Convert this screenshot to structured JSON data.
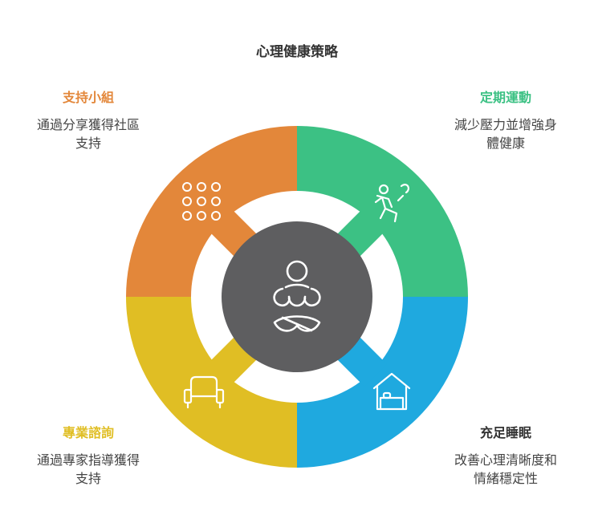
{
  "title": "心理健康策略",
  "center_icon": "meditation-icon",
  "segments": [
    {
      "id": "support-group",
      "label": "支持小組",
      "description": [
        "通過分享獲得社區",
        "支持"
      ],
      "color": "#e3873a",
      "icon": "dots-grid-icon"
    },
    {
      "id": "regular-exercise",
      "label": "定期運動",
      "description": [
        "減少壓力並增強身",
        "體健康"
      ],
      "color": "#3cc184",
      "icon": "running-person-icon"
    },
    {
      "id": "adequate-sleep",
      "label": "充足睡眠",
      "description": [
        "改善心理清晰度和",
        "情緒穩定性"
      ],
      "color": "#1fa9df",
      "icon": "house-bed-icon"
    },
    {
      "id": "professional-counseling",
      "label": "專業諮詢",
      "description": [
        "通過專家指導獲得",
        "支持"
      ],
      "color": "#e0be24",
      "icon": "armchair-icon"
    }
  ],
  "colors": {
    "center": "#5e5e60",
    "label_orange": "#e3873a",
    "label_green": "#3cc184",
    "label_dark": "#333333",
    "label_yellow": "#e0be24"
  }
}
